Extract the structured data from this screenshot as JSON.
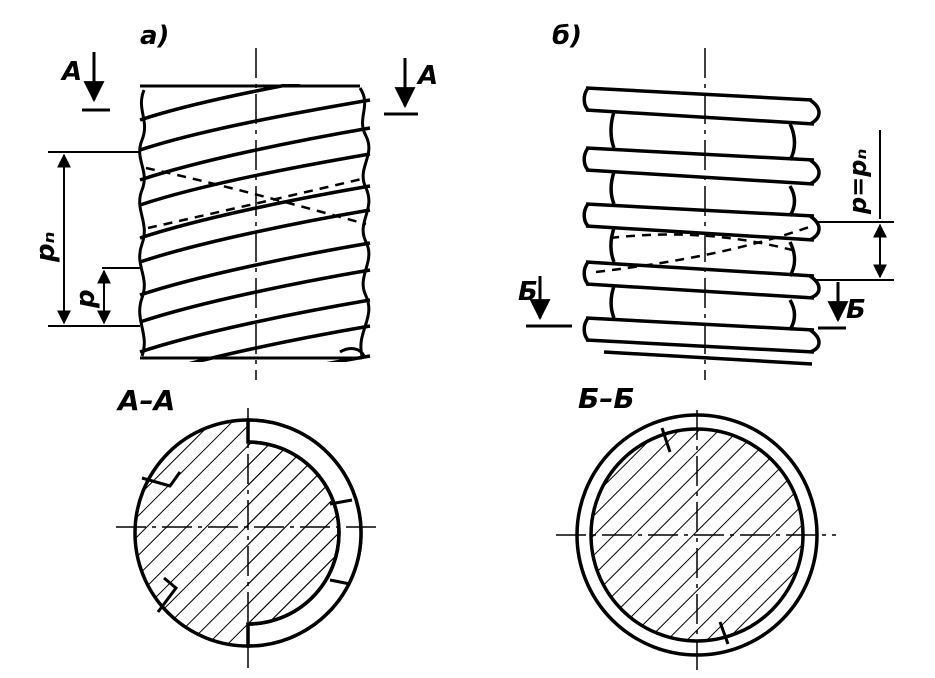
{
  "figure": {
    "panel_a": {
      "label": "a)",
      "section_mark": "A",
      "section_title": "A–A",
      "dim_lead": "pₙ",
      "dim_pitch": "p"
    },
    "panel_b": {
      "label": "б)",
      "section_mark": "Б",
      "section_title": "Б–Б",
      "dim_equal": "p=pₙ"
    }
  }
}
